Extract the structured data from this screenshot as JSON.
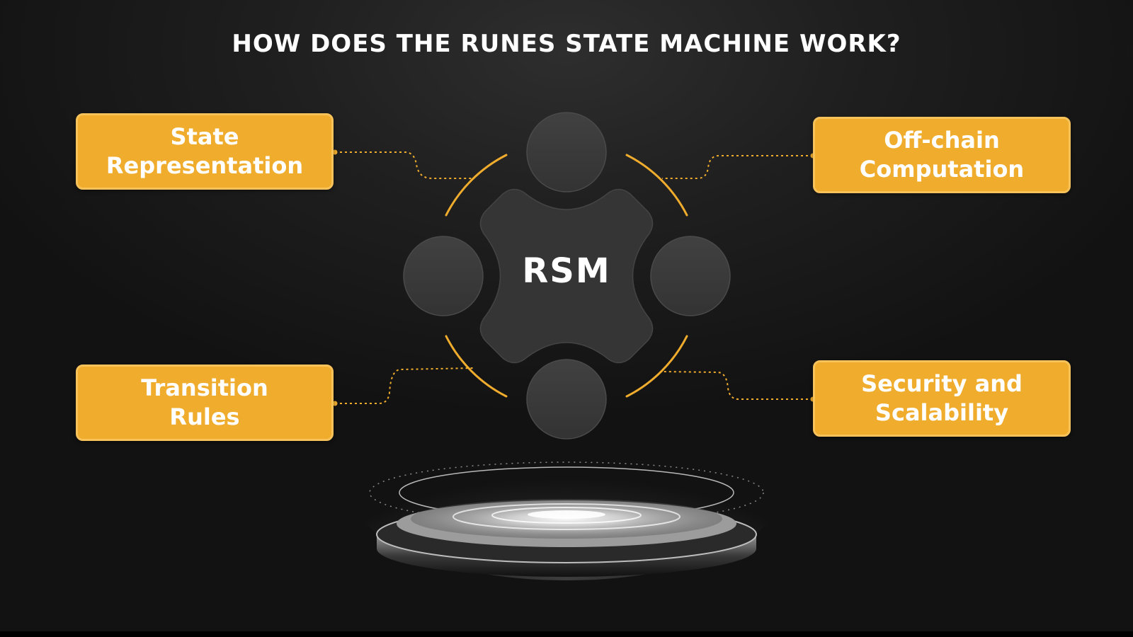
{
  "title": "HOW DOES THE RUNES STATE MACHINE WORK?",
  "center": {
    "label": "RSM"
  },
  "boxes": {
    "top_left": "State\nRepresentation",
    "top_right": "Off-chain\nComputation",
    "bottom_left": "Transition\nRules",
    "bottom_right": "Security and\nScalability"
  },
  "colors": {
    "accent": "#f0ac2d",
    "background": "#1c1c1c",
    "node": "#3a3a3a",
    "text": "#ffffff"
  }
}
